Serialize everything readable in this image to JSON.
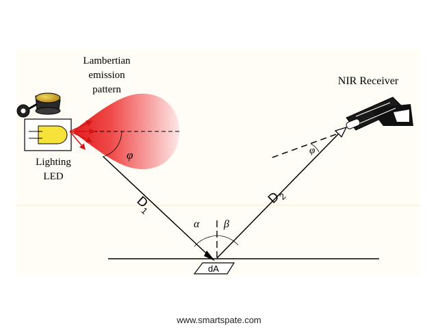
{
  "labels": {
    "lambertian_line1": "Lambertian",
    "lambertian_line2": "emission",
    "lambertian_line3": "pattern",
    "lighting_line1": "Lighting",
    "lighting_line2": "LED",
    "receiver": "NIR Receiver",
    "phi_source": "φ",
    "phi_receiver": "φ",
    "d1_letter": "D",
    "d1_sub": "1",
    "d2_letter": "D",
    "d2_sub": "2",
    "alpha": "α",
    "beta": "β",
    "area": "dA"
  },
  "footer": {
    "site": "www.smartspate.com"
  },
  "colors": {
    "panel_bg": "#fffdf4",
    "panel_divider": "#f4eec2",
    "lobe_red": "#ef3b3b",
    "led_yellow": "#f7e23a",
    "camera_gold": "#c9a21c",
    "ink": "#000000"
  }
}
